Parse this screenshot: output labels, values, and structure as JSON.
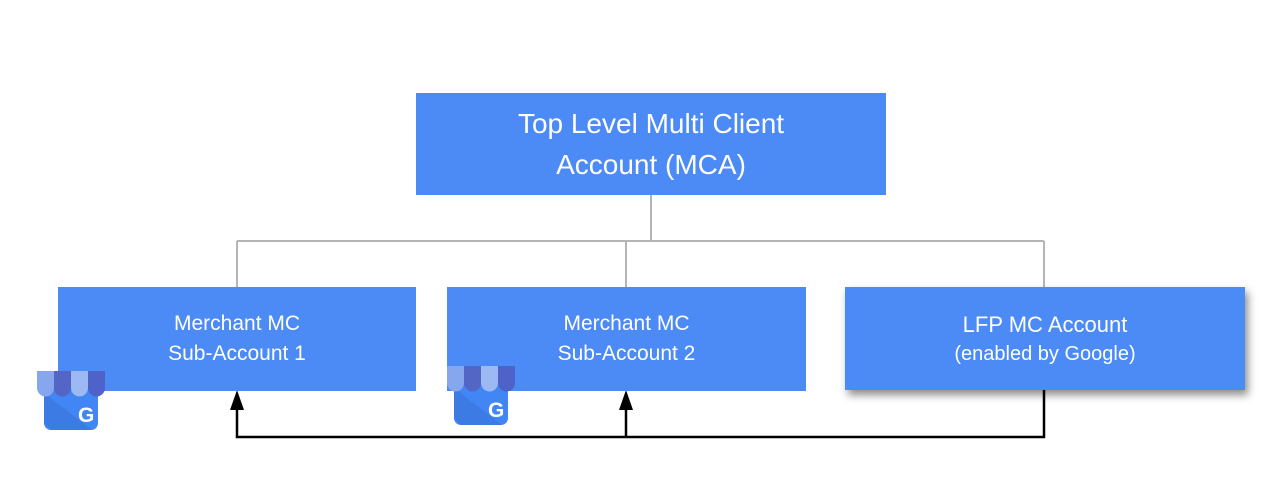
{
  "diagram": {
    "type": "org-hierarchy",
    "nodes": {
      "mca": {
        "line1": "Top Level Multi Client",
        "line2": "Account (MCA)"
      },
      "sub1": {
        "line1": "Merchant MC",
        "line2": "Sub-Account 1"
      },
      "sub2": {
        "line1": "Merchant MC",
        "line2": "Sub-Account 2"
      },
      "lfp": {
        "line1": "LFP MC Account",
        "line2": "(enabled by Google)"
      }
    },
    "edges": [
      {
        "from": "mca",
        "to": "sub1",
        "style": "tree-line"
      },
      {
        "from": "mca",
        "to": "sub2",
        "style": "tree-line"
      },
      {
        "from": "mca",
        "to": "lfp",
        "style": "tree-line"
      },
      {
        "from": "lfp",
        "to": "sub1",
        "style": "black-arrow"
      },
      {
        "from": "lfp",
        "to": "sub2",
        "style": "black-arrow"
      }
    ],
    "icons": {
      "gmb_letter": "G",
      "gmb_name": "google-business-storefront-icon"
    }
  },
  "theme": {
    "background": "#ffffff",
    "box_fill": "#4c8af6",
    "box_text": "#ffffff",
    "tree_line": "#b5b5b5",
    "flow_line": "#000000",
    "gmb_body": "#4285f4",
    "gmb_fold": "#3d7be4",
    "gmb_stripe_light_1": "#86a7ee",
    "gmb_stripe_light_2": "#9db9f4",
    "gmb_stripe_dark_1": "#5365c5",
    "gmb_stripe_dark_2": "#4f62c8"
  }
}
